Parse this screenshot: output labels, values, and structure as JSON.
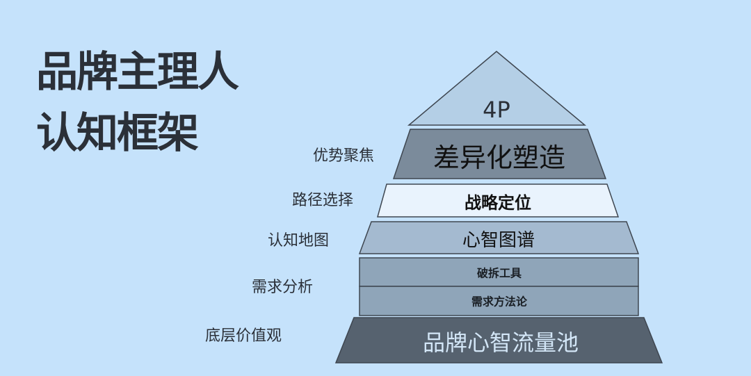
{
  "title": {
    "line1": "品牌主理人",
    "line2": "认知框架"
  },
  "side_labels": [
    "优势聚焦",
    "路径选择",
    "认知地图",
    "需求分析",
    "底层价值观"
  ],
  "pyramid": {
    "apex": "4P",
    "layers": [
      "差异化塑造",
      "战略定位",
      "心智图谱",
      "破拆工具",
      "需求方法论",
      "品牌心智流量池"
    ]
  },
  "colors": {
    "background": "#c5e2fb",
    "apex": "#b4cfe6",
    "layer1": "#7b8b9b",
    "layer2": "#e9f3fd",
    "layer3": "#a4bad0",
    "layer4": "#8fa5b9",
    "layer5": "#8fa5b9",
    "layer6": "#56626f"
  }
}
